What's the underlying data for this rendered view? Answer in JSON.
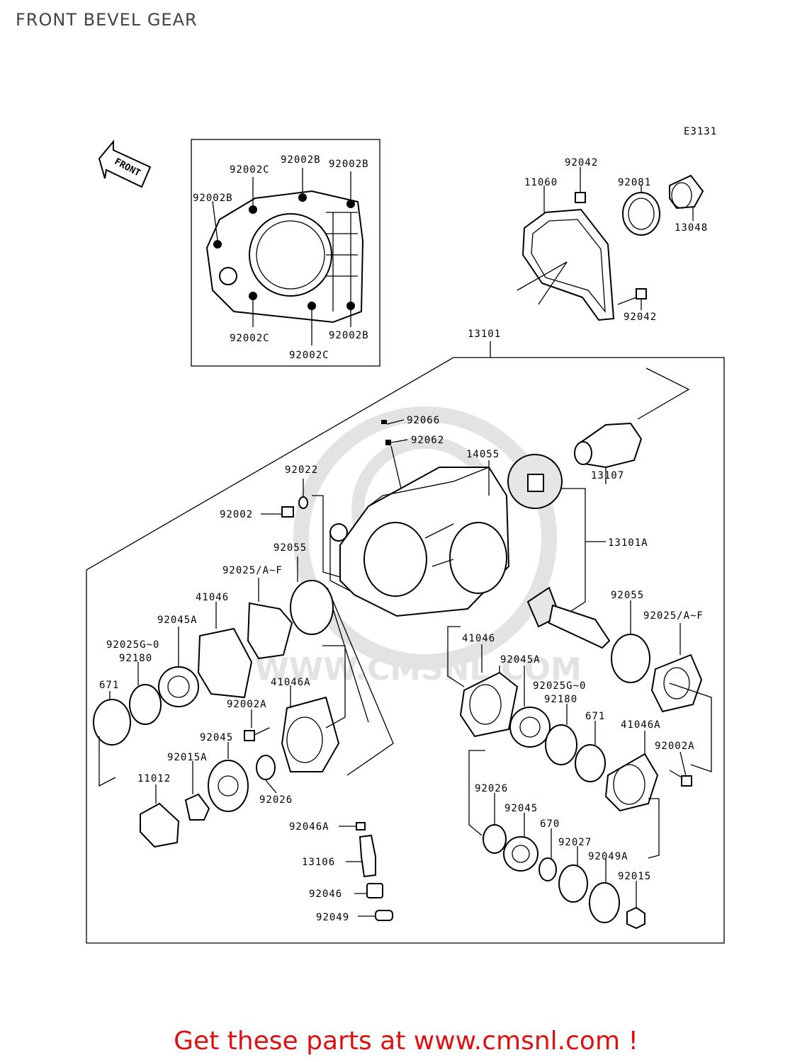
{
  "page": {
    "title": "FRONT BEVEL GEAR"
  },
  "diagram_code": "E3131",
  "front_arrow": "FRONT",
  "watermark": "WWW.CMSNL.COM",
  "labels": {
    "p92002C_top": "92002C",
    "p92002B_top": "92002B",
    "p92002B_topright": "92002B",
    "p92002B_left": "92002B",
    "p92002C_bl": "92002C",
    "p92002B_br": "92002B",
    "p92002C_bottom": "92002C",
    "p92042_top": "92042",
    "p11060": "11060",
    "p92081": "92081",
    "p13048": "13048",
    "p92042_bottom": "92042",
    "p13101": "13101",
    "p92066": "92066",
    "p92062": "92062",
    "p14055": "14055",
    "p92022": "92022",
    "p92002": "92002",
    "p13107": "13107",
    "p13101A": "13101A",
    "p92055_left": "92055",
    "p92025AF_left": "92025/A~F",
    "p41046_left": "41046",
    "p92045A_left": "92045A",
    "p92025G0_left": "92025G~0",
    "p92180_left": "92180",
    "p671_left": "671",
    "p41046A_left": "41046A",
    "p92002A_left": "92002A",
    "p92045_left": "92045",
    "p92015A": "92015A",
    "p11012": "11012",
    "p92026_left": "92026",
    "p92046A": "92046A",
    "p13106": "13106",
    "p92046": "92046",
    "p92049": "92049",
    "p92055_right": "92055",
    "p92025AF_right": "92025/A~F",
    "p41046_right": "41046",
    "p92045A_right": "92045A",
    "p92025G0_right": "92025G~0",
    "p92180_right": "92180",
    "p671_right": "671",
    "p41046A_right": "41046A",
    "p92002A_right": "92002A",
    "p92026_right": "92026",
    "p92045_right": "92045",
    "p670": "670",
    "p92027": "92027",
    "p92049A": "92049A",
    "p92015": "92015"
  },
  "footer": {
    "promo": "Get these parts at www.cmsnl.com !"
  },
  "colors": {
    "promo": "#dd1111",
    "line": "#000000",
    "watermark": "#e3e3e3"
  }
}
